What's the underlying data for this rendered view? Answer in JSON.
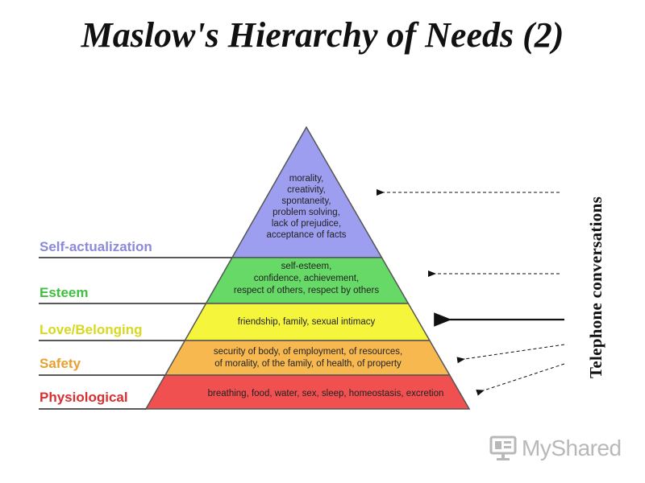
{
  "title": "Maslow's Hierarchy of Needs (2)",
  "side_label": "Telephone conversations",
  "logo_text": "MyShared",
  "levels": [
    {
      "name": "Self-actualization",
      "label_color": "#8a8ad8",
      "fill": "#9e9ef0",
      "lines": [
        "morality,",
        "creativity,",
        "spontaneity,",
        "problem solving,",
        "lack of prejudice,",
        "acceptance of facts"
      ]
    },
    {
      "name": "Esteem",
      "label_color": "#3fbf3f",
      "fill": "#66d966",
      "lines": [
        "self-esteem,",
        "confidence, achievement,",
        "respect of others, respect by others"
      ]
    },
    {
      "name": "Love/Belonging",
      "label_color": "#d8d820",
      "fill": "#f5f53c",
      "lines": [
        "friendship, family, sexual intimacy"
      ]
    },
    {
      "name": "Safety",
      "label_color": "#e8a030",
      "fill": "#f8b850",
      "lines": [
        "security of body, of employment, of resources,",
        "of morality, of the family, of health, of property"
      ]
    },
    {
      "name": "Physiological",
      "label_color": "#d83030",
      "fill": "#f05050",
      "lines": [
        "breathing, food, water, sex, sleep, homeostasis, excretion"
      ]
    }
  ],
  "arrows": [
    {
      "style": "dashed",
      "target_level": "Self-actualization"
    },
    {
      "style": "dashed",
      "target_level": "Esteem"
    },
    {
      "style": "solid",
      "target_level": "Love/Belonging"
    },
    {
      "style": "dashed",
      "target_level": "Safety"
    },
    {
      "style": "dashed",
      "target_level": "Physiological"
    }
  ]
}
